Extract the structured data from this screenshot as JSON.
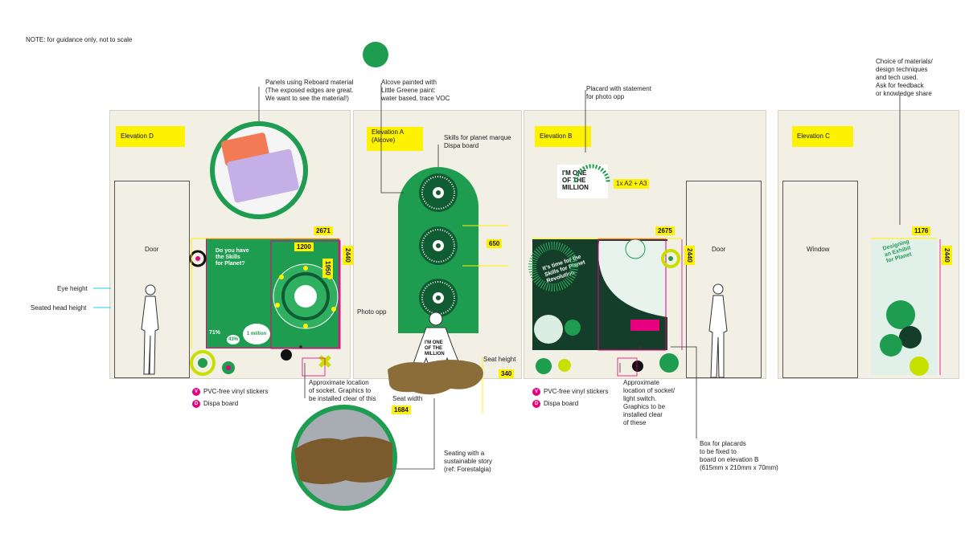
{
  "note": "NOTE: for guidance only, not to scale",
  "callouts": {
    "panels": "Panels using Reboard material\n(The exposed edges are great.\nWe want to see the material!)",
    "alcove": "Alcove painted with\nLittle Greene paint:\nwater based, trace VOC",
    "placard": "Placard with statement\nfor photo opp",
    "materials": "Choice of materials/\ndesign techniques\nand tech used.\nAsk for feedback\nor knowledge share",
    "marque": "Skills for planet marque\nDispa board",
    "socket_d": "Approximate location\nof socket. Graphics to\nbe installed clear of this",
    "socket_b": "Approximate\nlocation of socket/\nlight switch.\nGraphics to be\ninstalled clear\nof these",
    "seating": "Seating with a\nsustainable story\n(ref: Forestalgia)",
    "box": "Box for placards\nto be fixed to\nboard on elevation B\n(615mm x 210mm x 70mm)",
    "photo_opp": "Photo opp",
    "seat_height": "Seat height",
    "seat_width": "Seat width",
    "eye_height": "Eye height",
    "seated_head": "Seated head height",
    "placard_size": "1x A2 + A3"
  },
  "elevations": {
    "d": "Elevation D",
    "a": "Elevation A\n(Alcove)",
    "b": "Elevation B",
    "c": "Elevation C"
  },
  "labels": {
    "door_d": "Door",
    "door_b": "Door",
    "window": "Window"
  },
  "dims": {
    "d_width": "2671",
    "d_height": "2440",
    "d_inner_w": "1200",
    "d_inner_h": "1950",
    "a_gap": "650",
    "b_width": "2675",
    "b_height": "2440",
    "c_width": "1176",
    "c_height": "2440",
    "seat_h": "340",
    "seat_w": "1684"
  },
  "legend": {
    "v_letter": "V",
    "d_letter": "D",
    "v_text": "PVC-free vinyl stickers",
    "d_text": "Dispa board"
  },
  "board_text": {
    "d_title": "Do you have\nthe Skills\nfor Planet?",
    "d_stat1": "71%",
    "d_stat2": "43%",
    "d_stat3": "1 million",
    "b_title": "It's time for the\nSkills for Planet\nRevolution",
    "placard": "I'M ONE\nOF THE\nMILLION",
    "seat_sign": "I'M ONE\nOF THE\nMILLION",
    "c_title": "Designing\nan Exhibit\nfor Planet"
  },
  "colors": {
    "green": "#1e9c4f",
    "dark_green": "#0f5c32",
    "yellow": "#fff200",
    "magenta": "#e6007e",
    "lime": "#c8e000",
    "cyan": "#22d3e6",
    "panel": "#f2efe4"
  }
}
